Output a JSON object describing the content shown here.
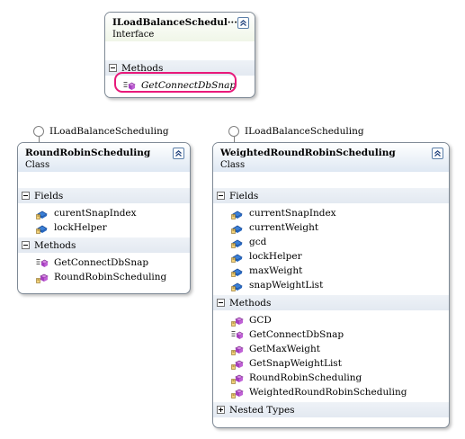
{
  "interface_box": {
    "title": "ILoadBalanceSchedul···",
    "stereotype": "Interface",
    "methods_label": "Methods",
    "methods": [
      "GetConnectDbSnap"
    ]
  },
  "round_robin": {
    "lollipop_label": "ILoadBalanceScheduling",
    "title": "RoundRobinScheduling",
    "stereotype": "Class",
    "fields_label": "Fields",
    "fields": [
      "curentSnapIndex",
      "lockHelper"
    ],
    "methods_label": "Methods",
    "methods": [
      "GetConnectDbSnap",
      "RoundRobinScheduling"
    ]
  },
  "weighted": {
    "lollipop_label": "ILoadBalanceScheduling",
    "title": "WeightedRoundRobinScheduling",
    "stereotype": "Class",
    "fields_label": "Fields",
    "fields": [
      "currentSnapIndex",
      "currentWeight",
      "gcd",
      "lockHelper",
      "maxWeight",
      "snapWeightList"
    ],
    "methods_label": "Methods",
    "methods": [
      "GCD",
      "GetConnectDbSnap",
      "GetMaxWeight",
      "GetSnapWeightList",
      "RoundRobinScheduling",
      "WeightedRoundRobinScheduling"
    ],
    "nested_label": "Nested Types"
  },
  "colors": {
    "highlight": "#e8197a",
    "border": "#7f8a96",
    "field_icon": "#2f6fc4",
    "method_icon": "#b04fc4"
  }
}
